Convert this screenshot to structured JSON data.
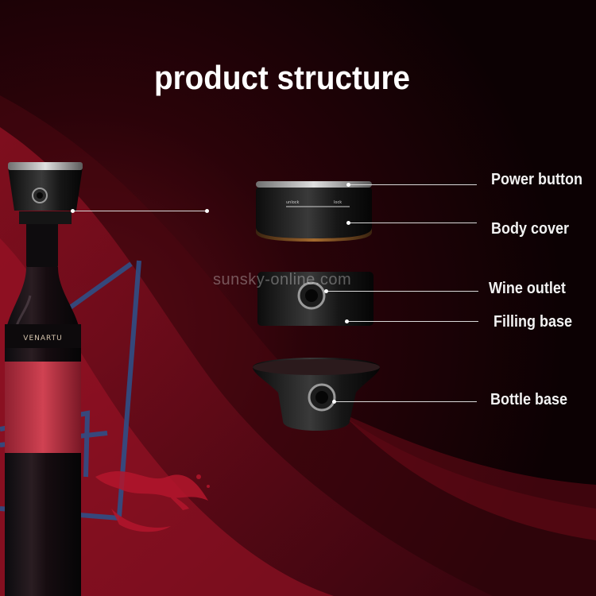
{
  "title": "product structure",
  "watermark": "sunsky-online.com",
  "labels": {
    "power_button": "Power button",
    "body_cover": "Body cover",
    "wine_outlet": "Wine outlet",
    "filling_base": "Filling base",
    "bottle_base": "Bottle base"
  },
  "bottle_label_text": "VENARTU",
  "colors": {
    "background_dark": "#120205",
    "wine_red": "#8e0d1c",
    "bottle_label": "#c23242",
    "frame_blue": "#2f4f86",
    "device_black": "#141414"
  }
}
